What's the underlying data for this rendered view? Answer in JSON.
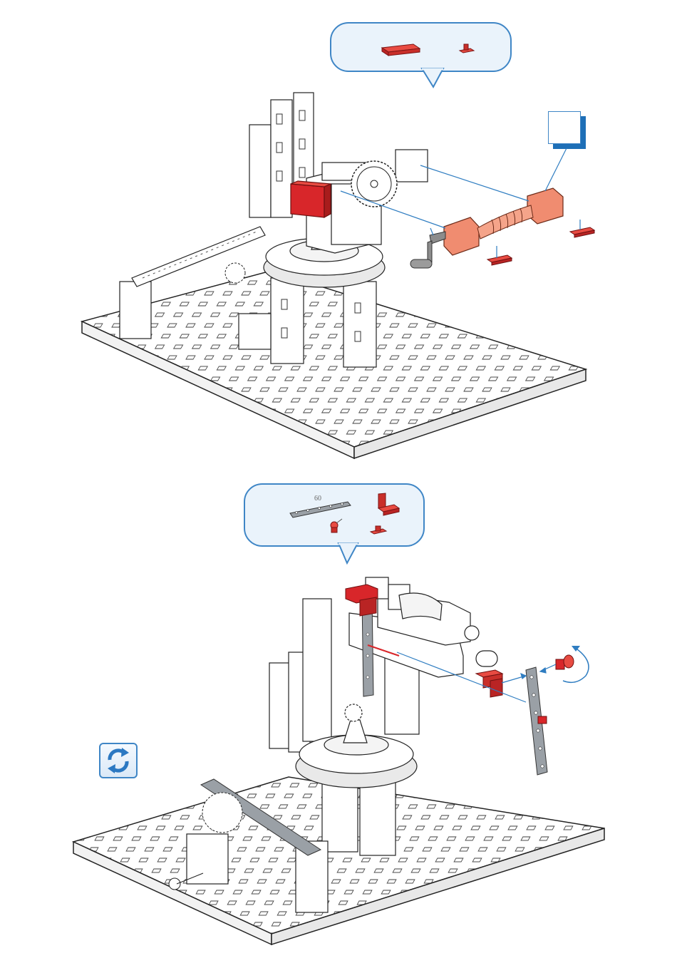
{
  "step1": {
    "callout": {
      "parts": [
        "red-base-plate",
        "red-small-connector"
      ]
    },
    "subassembly": {
      "frame": "sub-assembly-indicator"
    },
    "colors": {
      "new_part": "#d8262a",
      "sub_part": "#f08c70",
      "callout_border": "#3f86c6",
      "indicator": "#1e6fb7"
    }
  },
  "step2": {
    "callout": {
      "strut_label": "60",
      "parts": [
        "strut-60",
        "red-angle-block",
        "red-joint-connector",
        "red-small-connector"
      ]
    },
    "rotate_icon": "rotate-model-icon"
  }
}
